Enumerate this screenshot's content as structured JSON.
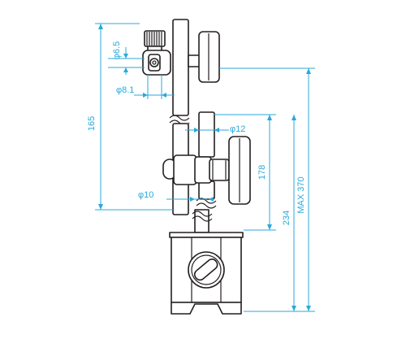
{
  "colors": {
    "outline": "#231f20",
    "dimension": "#29a9d9",
    "background": "#ffffff"
  },
  "dimensions": {
    "clamp_hole_diameter": "φ6.5",
    "post_joint_diameter": "φ8.1",
    "upper_rod_diameter": "φ12",
    "lower_rod_diameter": "φ10",
    "upper_height": "165",
    "middle_height": "178",
    "base_height": "234",
    "max_height": "MAX 370"
  }
}
